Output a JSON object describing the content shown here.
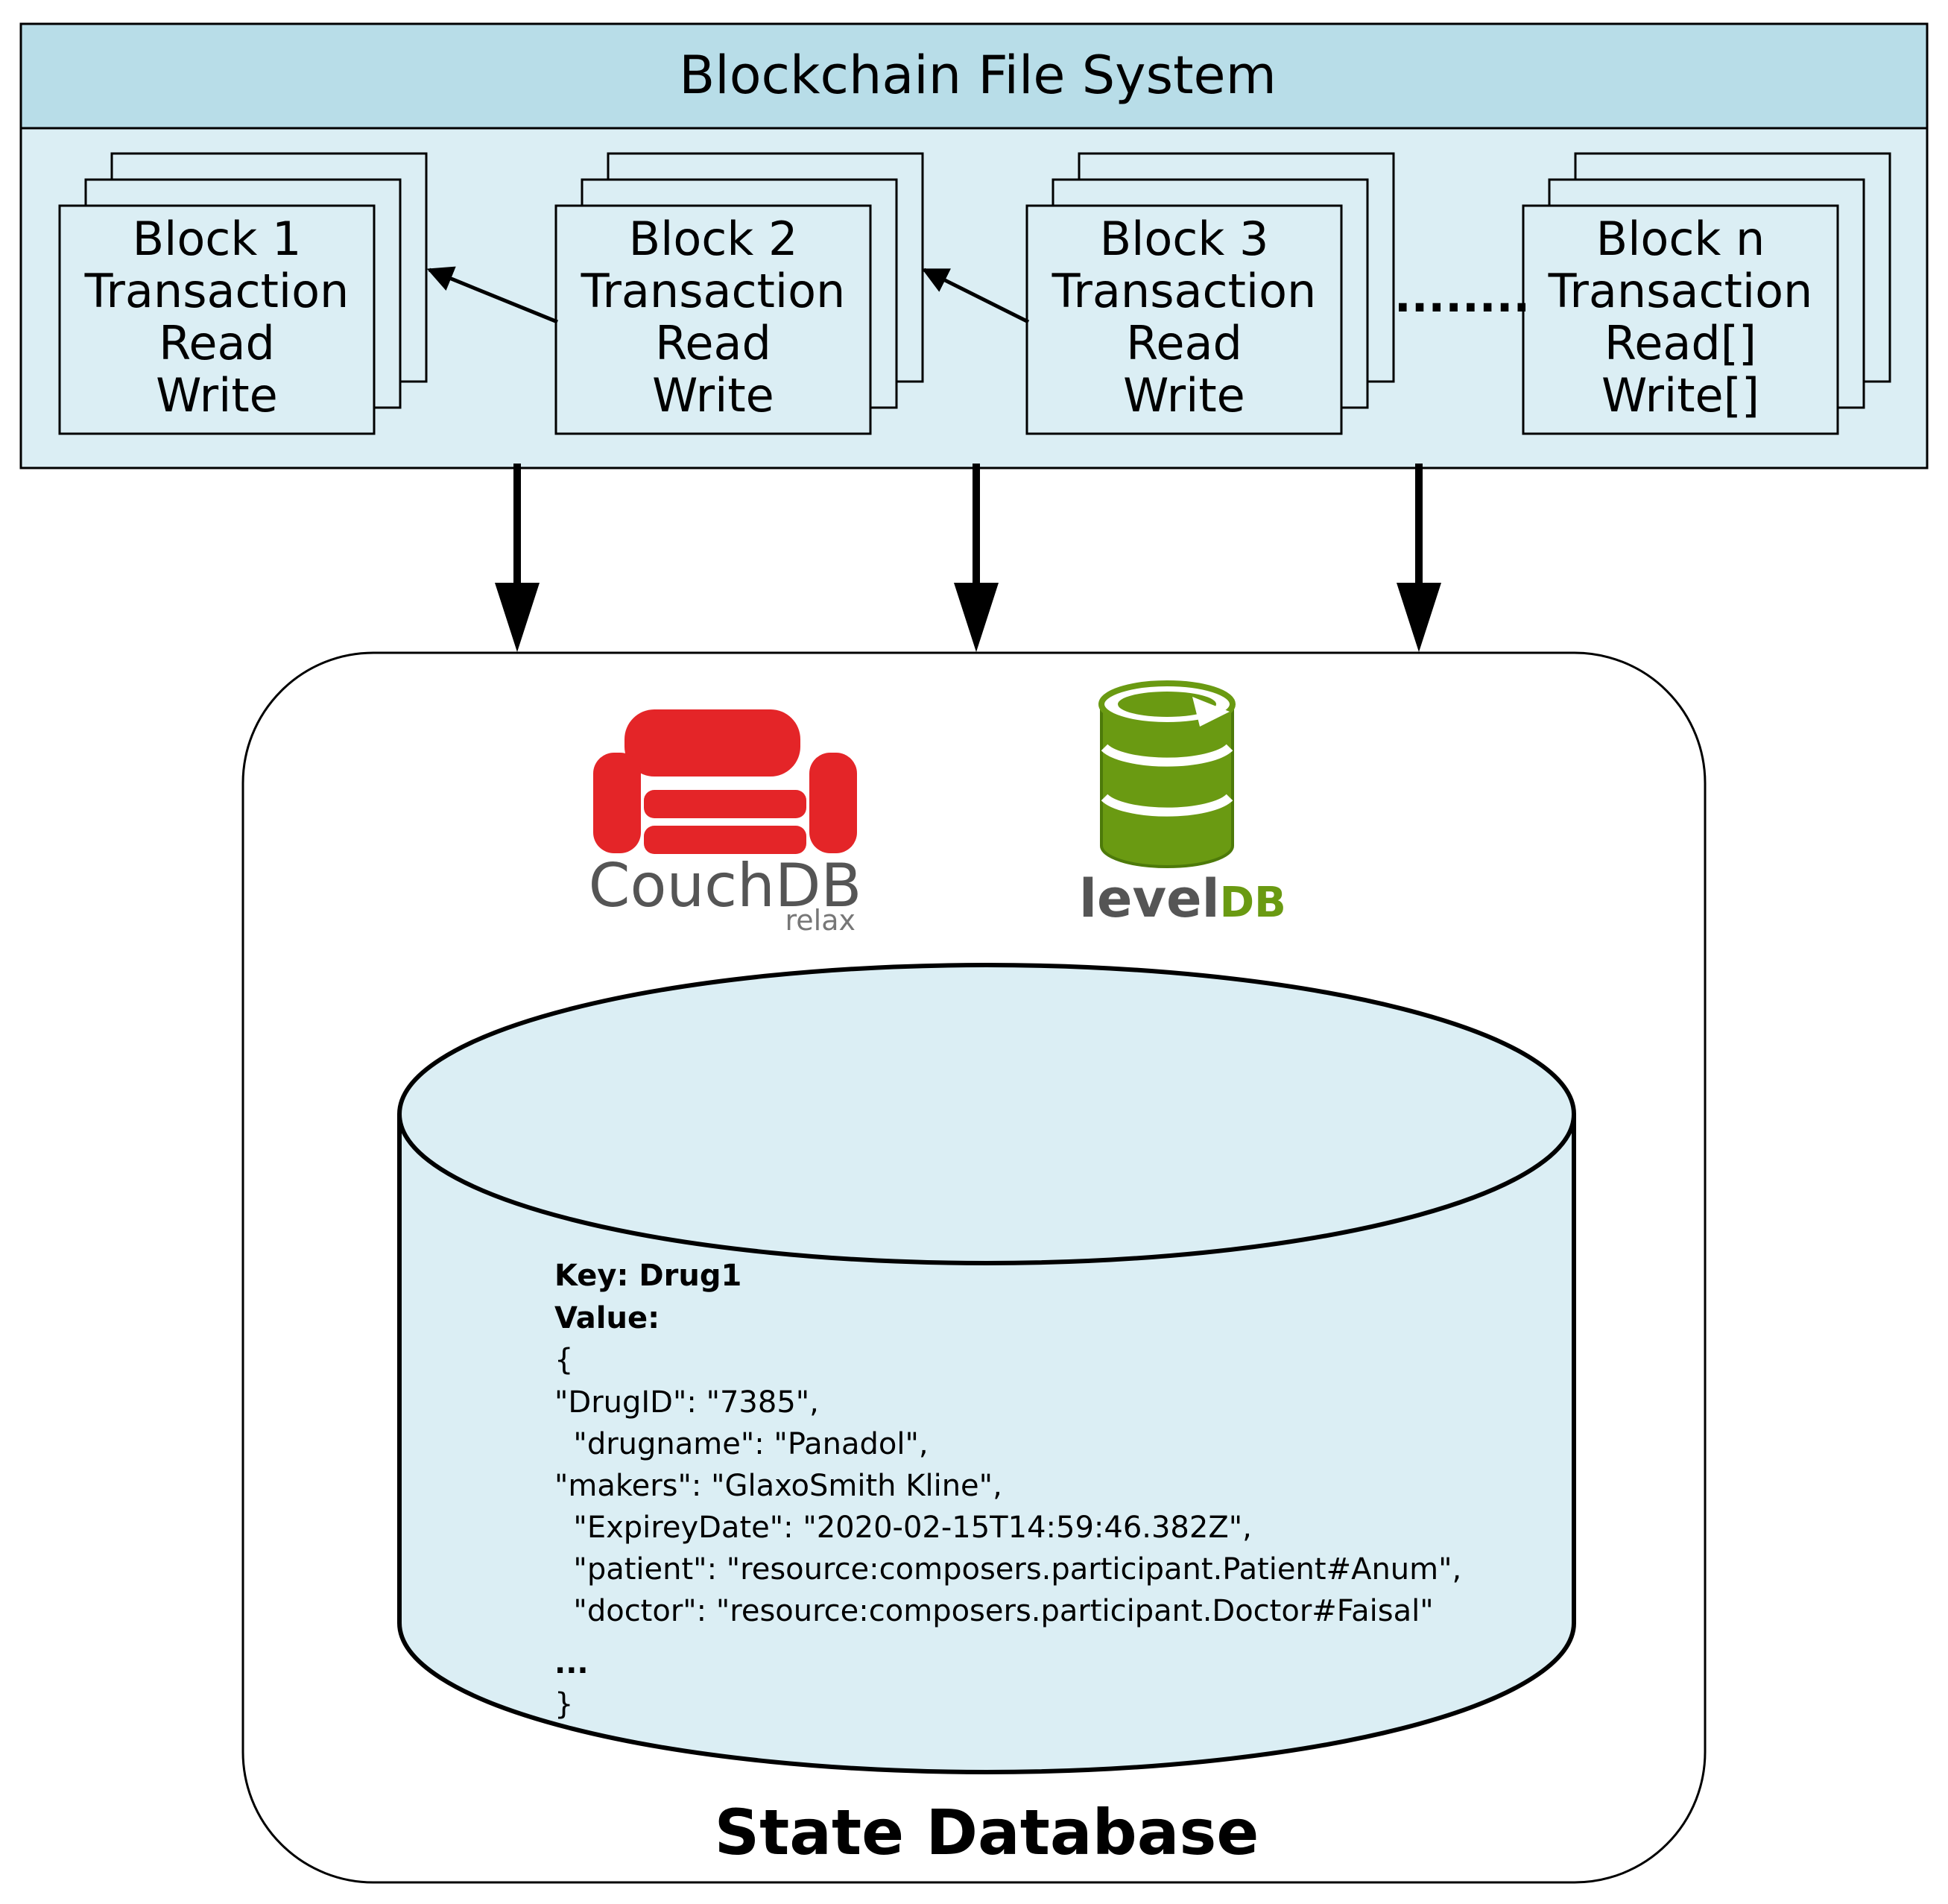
{
  "header": {
    "title": "Blockchain File System"
  },
  "blocks": [
    {
      "lines": [
        "Block 1",
        "Transaction",
        "Read",
        "Write"
      ]
    },
    {
      "lines": [
        "Block 2",
        "Transaction",
        "Read",
        "Write"
      ]
    },
    {
      "lines": [
        "Block 3",
        "Transaction",
        "Read",
        "Write"
      ]
    },
    {
      "lines": [
        "Block n",
        "Transaction",
        "Read[]",
        "Write[]"
      ]
    }
  ],
  "ellipsis": "........",
  "logos": {
    "couchdb": {
      "name": "CouchDB",
      "tagline": "relax"
    },
    "leveldb": {
      "name_part1": "level",
      "name_part2": "DB"
    }
  },
  "record": {
    "key_line": "Key: Drug1",
    "value_label": "Value:",
    "open_brace": "{",
    "lines": [
      "\"DrugID\": \"7385\",",
      "  \"drugname\": \"Panadol\",",
      "\"makers\": \"GlaxoSmith Kline\",",
      "  \"ExpireyDate\": \"2020-02-15T14:59:46.382Z\",",
      "  \"patient\": \"resource:composers.participant.Patient#Anum\",",
      "  \"doctor\": \"resource:composers.participant.Doctor#Faisal\""
    ],
    "ellipsis": "...",
    "close_brace": "}"
  },
  "state_db": {
    "title": "State Database"
  },
  "colors": {
    "header_fill": "#b8dde8",
    "panel_fill": "#dbeef4",
    "block_fill": "#dbeef4",
    "couch_red": "#e42528",
    "level_green": "#6a9a12",
    "stroke": "#000000"
  }
}
